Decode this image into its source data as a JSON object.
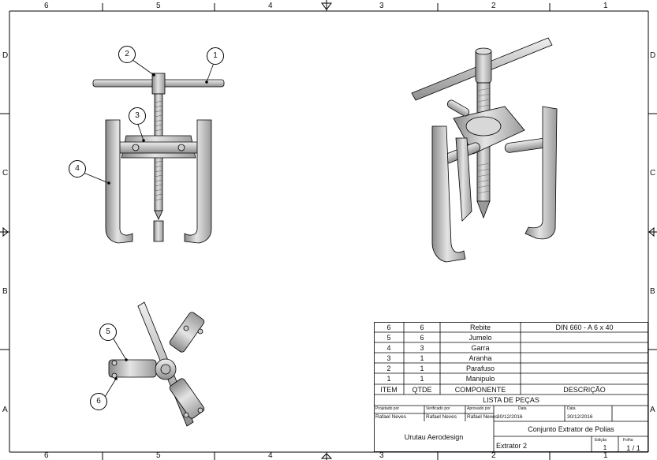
{
  "border": {
    "columns": [
      "6",
      "5",
      "4",
      "3",
      "2",
      "1"
    ],
    "rows": [
      "D",
      "C",
      "B",
      "A"
    ]
  },
  "balloons": [
    "1",
    "2",
    "3",
    "4",
    "5",
    "6"
  ],
  "bom": {
    "rows": [
      {
        "item": "6",
        "qty": "6",
        "component": "Rebite",
        "description": "DIN 660 - A 6 x 40"
      },
      {
        "item": "5",
        "qty": "6",
        "component": "Jumelo",
        "description": ""
      },
      {
        "item": "4",
        "qty": "3",
        "component": "Garra",
        "description": ""
      },
      {
        "item": "3",
        "qty": "1",
        "component": "Aranha",
        "description": ""
      },
      {
        "item": "2",
        "qty": "1",
        "component": "Parafuso",
        "description": ""
      },
      {
        "item": "1",
        "qty": "1",
        "component": "Manipulo",
        "description": ""
      }
    ],
    "headers": {
      "item": "ITEM",
      "qty": "QTDE",
      "component": "COMPONENTE",
      "description": "DESCRIÇÃO"
    },
    "title": "LISTA DE PEÇAS"
  },
  "title_block": {
    "designed_by_label": "Projetado por",
    "designed_by": "Rafael Neves",
    "checked_by_label": "Verificado por",
    "checked_by": "Rafael Neves",
    "approved_by_label": "Aprovado por",
    "approved_by": "Rafael Neves",
    "date_label": "Data",
    "date": "30/12/2016",
    "date2_label": "Data",
    "date2": "30/12/2016",
    "company": "Urutau Aerodesign",
    "drawing_title": "Conjunto Extrator de Polias",
    "drawing_name": "Extrator 2",
    "edition_label": "Edição",
    "edition": "1",
    "sheet_label": "Folha",
    "sheet": "1 / 1"
  }
}
